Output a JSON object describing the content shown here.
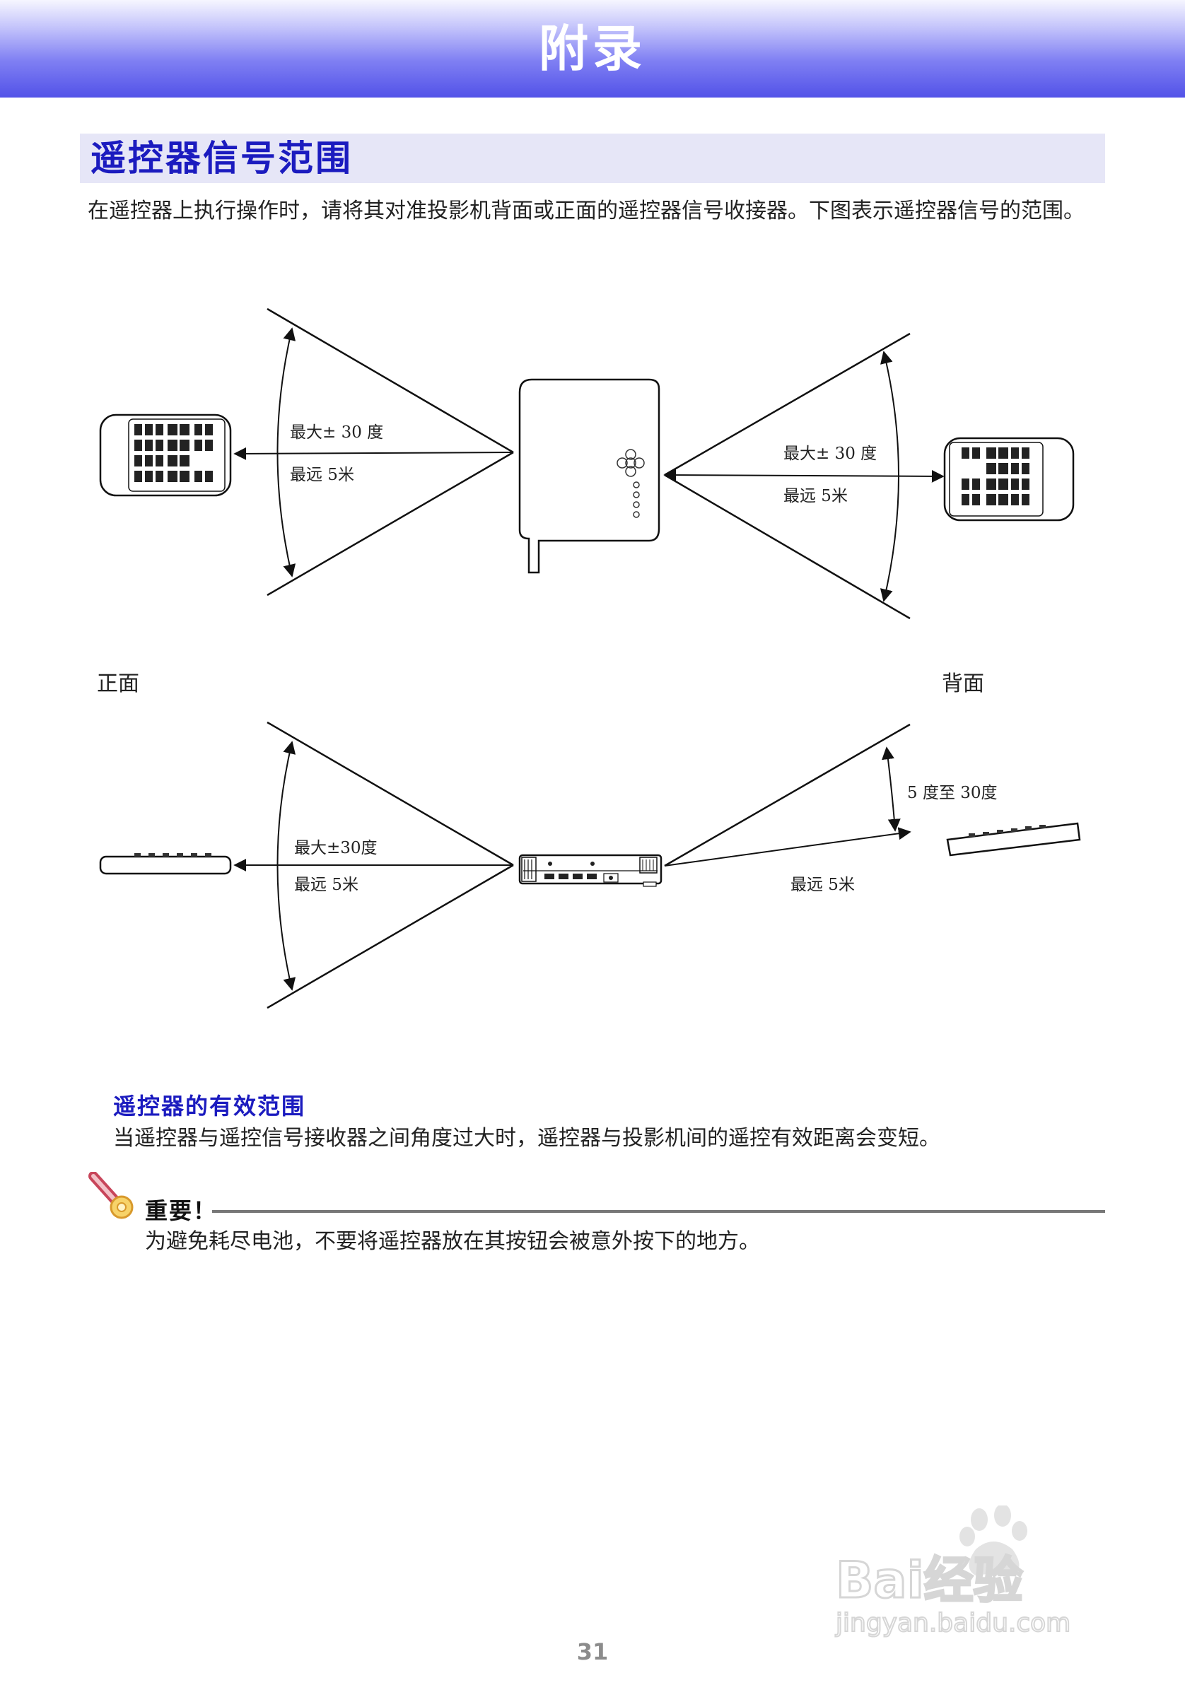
{
  "header": {
    "title": "附录"
  },
  "section": {
    "title": "遥控器信号范围",
    "intro": "在遥控器上执行操作时，请将其对准投影机背面或正面的遥控器信号收接器。下图表示遥控器信号的范围。"
  },
  "figure": {
    "top_diagram": {
      "left_angle": "最大± 30 度",
      "left_distance": "最远 5米",
      "right_angle": "最大± 30 度",
      "right_distance": "最远 5米"
    },
    "side_labels": {
      "front": "正面",
      "back": "背面"
    },
    "bottom_diagram": {
      "left_angle": "最大±30度",
      "left_distance": "最远 5米",
      "right_angle": "5 度至 30度",
      "right_distance": "最远 5米"
    }
  },
  "effective_range": {
    "title": "遥控器的有效范围",
    "body": "当遥控器与遥控信号接收器之间角度过大时，遥控器与投影机间的遥控有效距离会变短。"
  },
  "important": {
    "title": "重要！",
    "body": "为避免耗尽电池，不要将遥控器放在其按钮会被意外按下的地方。",
    "icon": "important-icon"
  },
  "watermark": {
    "brand": "Bai经验",
    "url": "jingyan.baidu.com"
  },
  "page_number": "31"
}
